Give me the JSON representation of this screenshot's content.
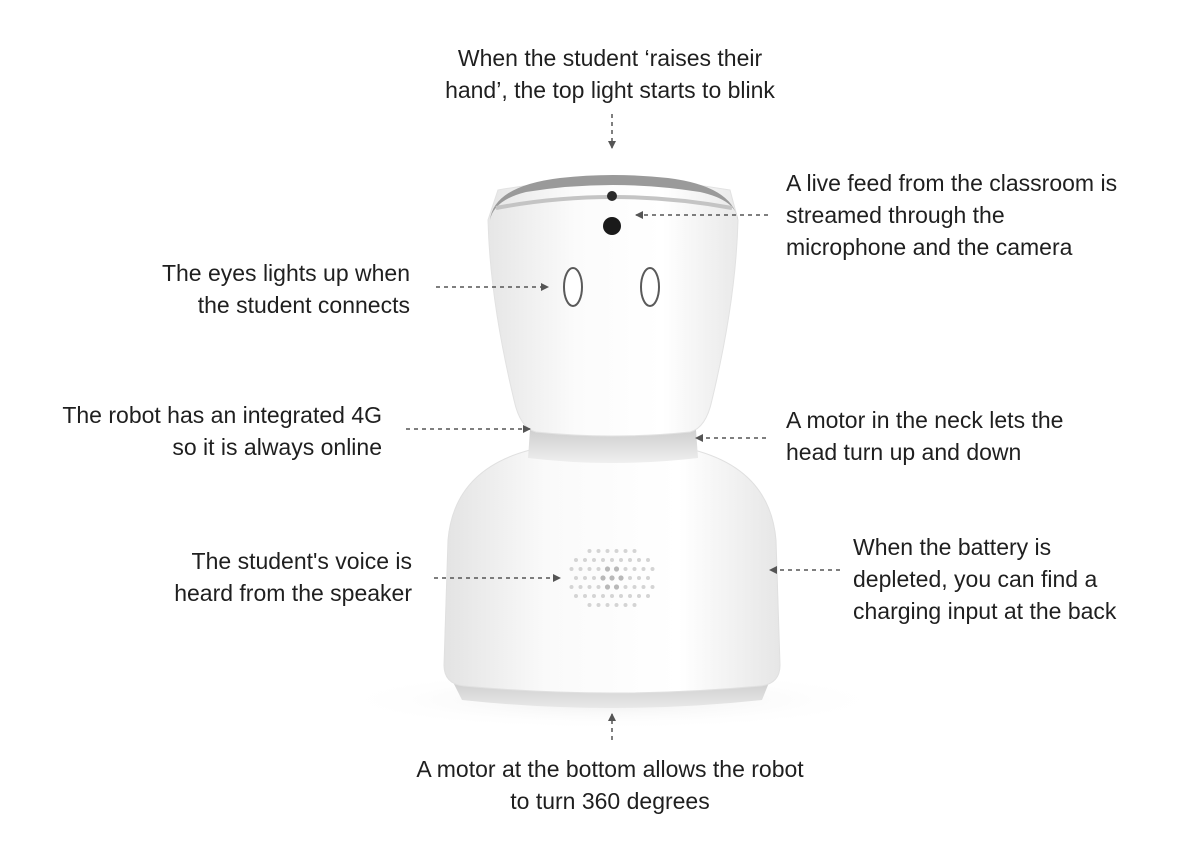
{
  "annotations": {
    "top_light": [
      "When the student ‘raises their",
      "hand’, the top light starts to blink"
    ],
    "camera": [
      "A live feed from the classroom is",
      "streamed through the",
      "microphone and the camera"
    ],
    "eyes": [
      "The eyes lights up when",
      "the student connects"
    ],
    "connectivity": [
      "The robot has an integrated 4G",
      "so it is always online"
    ],
    "neck_motor": [
      "A motor in the neck lets the",
      "head turn up and down"
    ],
    "speaker": [
      "The student's voice is",
      "heard from the speaker"
    ],
    "battery": [
      "When the battery is",
      "depleted, you can find a",
      "charging input at the back"
    ],
    "bottom_motor": [
      "A motor at the bottom allows the robot",
      "to turn 360 degrees"
    ]
  },
  "colors": {
    "text": "#1f1f1f",
    "arrow": "#555555",
    "robot_body": "#f7f7f7",
    "robot_shadow": "#dcdcdc",
    "head_rim": "#9a9a9a"
  }
}
